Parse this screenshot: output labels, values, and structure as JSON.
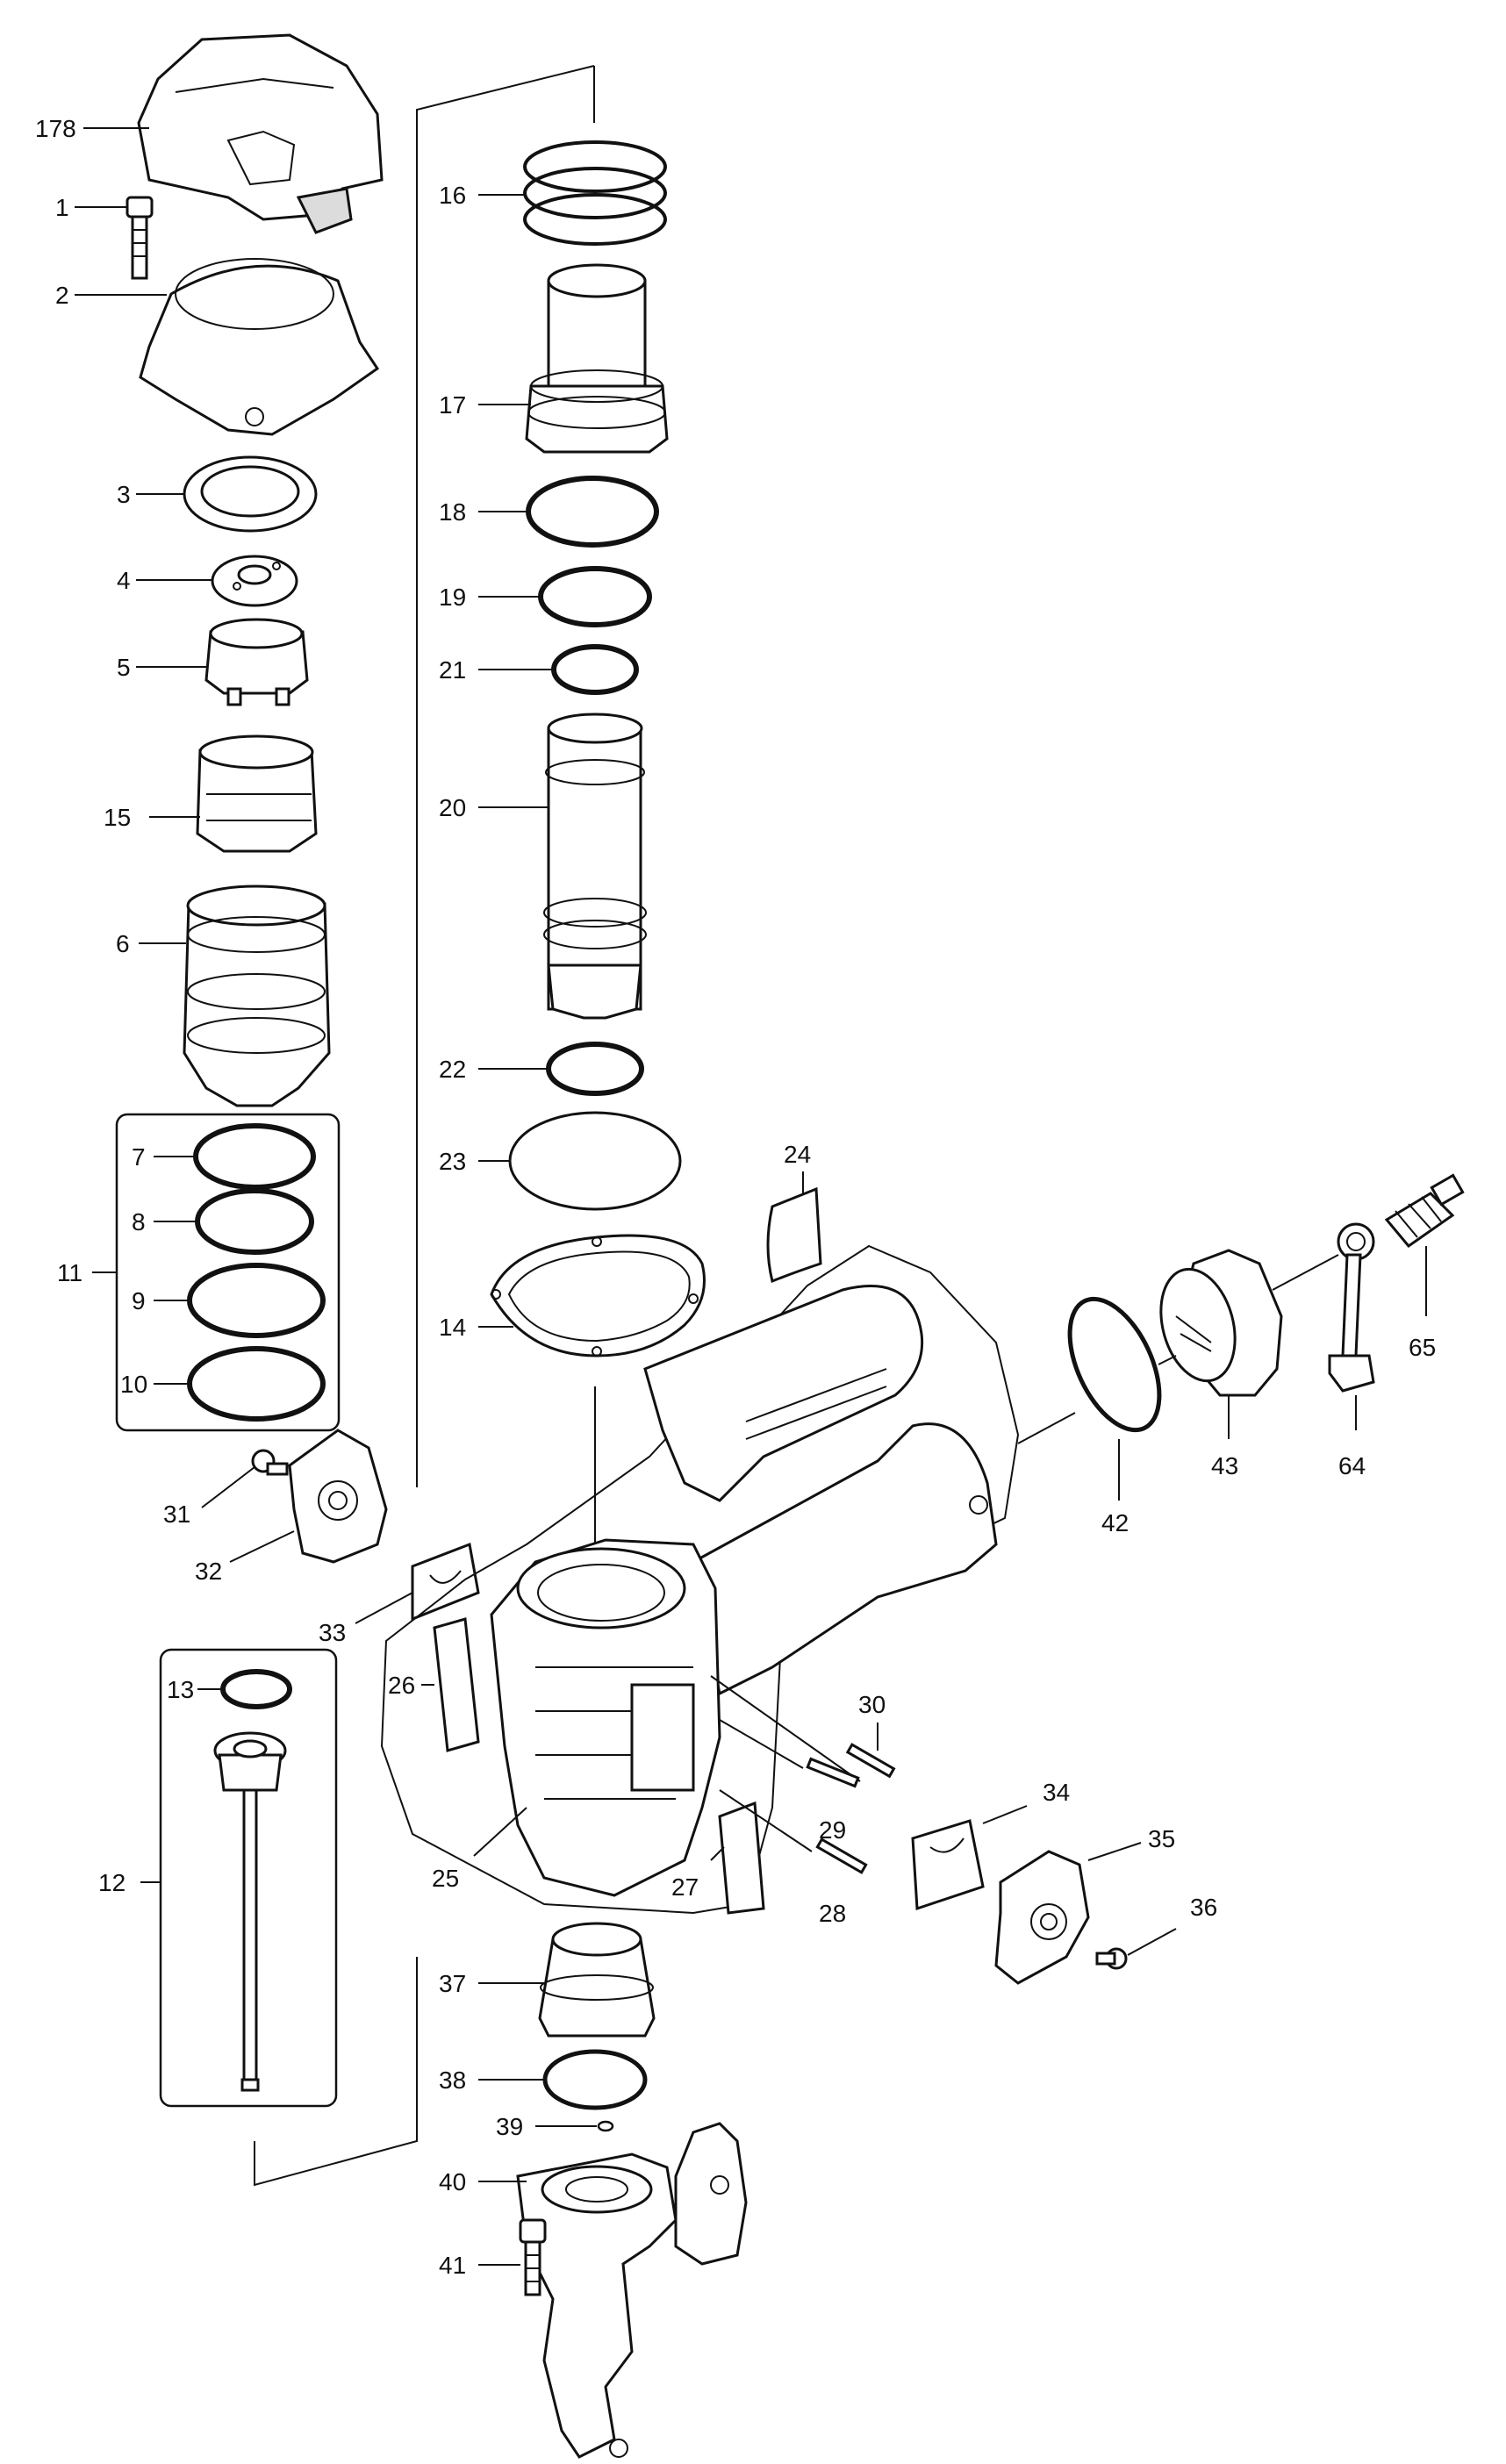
{
  "labels": {
    "p178": "178",
    "p1": "1",
    "p2": "2",
    "p3": "3",
    "p4": "4",
    "p5": "5",
    "p15": "15",
    "p6": "6",
    "p7": "7",
    "p8": "8",
    "p9": "9",
    "p10": "10",
    "p11": "11",
    "p31": "31",
    "p32": "32",
    "p33": "33",
    "p13": "13",
    "p12": "12",
    "p16": "16",
    "p17": "17",
    "p18": "18",
    "p19": "19",
    "p21": "21",
    "p20": "20",
    "p22": "22",
    "p23": "23",
    "p14": "14",
    "p24": "24",
    "p26": "26",
    "p25": "25",
    "p30": "30",
    "p29": "29",
    "p28": "28",
    "p27": "27",
    "p34": "34",
    "p35": "35",
    "p36": "36",
    "p37": "37",
    "p38": "38",
    "p39": "39",
    "p40": "40",
    "p41": "41",
    "p42": "42",
    "p43": "43",
    "p64": "64",
    "p65": "65"
  }
}
